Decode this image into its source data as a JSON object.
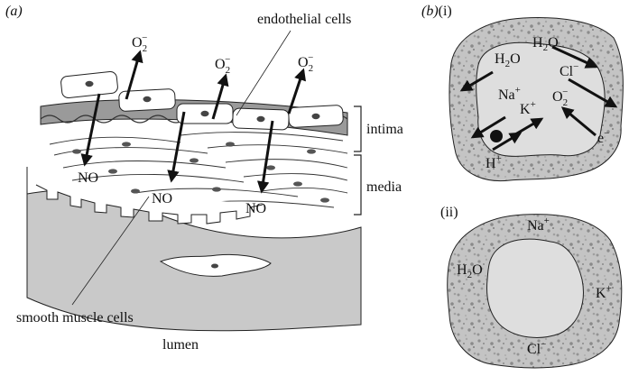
{
  "panel_a": {
    "label": "(a)",
    "endothelial_label": "endothelial cells",
    "intima_label": "intima",
    "media_label": "media",
    "smooth_muscle_label": "smooth muscle cells",
    "lumen_label": "lumen",
    "superoxide_base": "O",
    "superoxide_sub": "2",
    "superoxide_sup": "−",
    "no_label": "NO"
  },
  "panel_b": {
    "label": "(b)",
    "sub_i": "(i)",
    "sub_ii": "(ii)",
    "cell_i": {
      "h2o_base": "H",
      "h2o_sub": "2",
      "h2o_end": "O",
      "cl_base": "Cl",
      "cl_sup": "−",
      "na_base": "Na",
      "na_sup": "+",
      "k_base": "K",
      "k_sup": "+",
      "o2_base": "O",
      "o2_sub": "2",
      "o2_sup": "−",
      "h_base": "H",
      "h_sup": "+",
      "e_base": "e",
      "e_sup": "−"
    },
    "cell_ii": {
      "na_base": "Na",
      "na_sup": "+",
      "h2o_base": "H",
      "h2o_sub": "2",
      "h2o_end": "O",
      "k_base": "K",
      "k_sup": "+",
      "cl_base": "Cl",
      "cl_sup": "−"
    }
  },
  "colors": {
    "media_grey": "#c9c9c9",
    "intima_grey": "#9a9a9a",
    "cell_fill": "#ffffff",
    "cell_inner": "#dcdcdc",
    "speckle": "#9c9c9c",
    "ink": "#111111"
  }
}
